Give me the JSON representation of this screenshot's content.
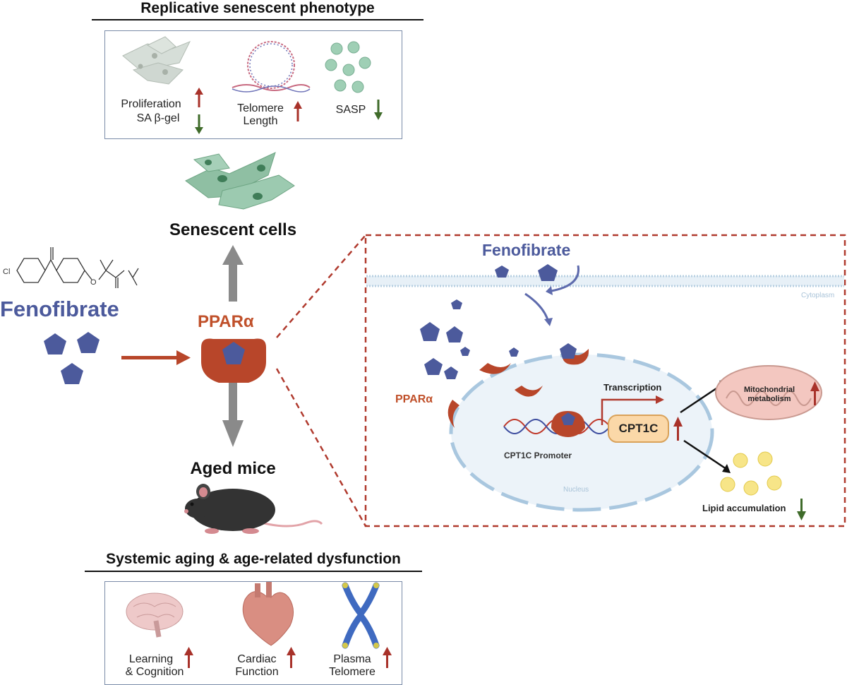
{
  "top": {
    "heading": "Replicative senescent phenotype",
    "items": [
      {
        "label": "Proliferation",
        "label2": "SA β-gel"
      },
      {
        "label": "Telomere",
        "label2": "Length"
      },
      {
        "label": "SASP"
      }
    ]
  },
  "center": {
    "senescent_cells": "Senescent cells",
    "ppar": "PPARα",
    "aged_mice": "Aged mice",
    "drug": "Fenofibrate",
    "chem_cl": "Cl",
    "chem_o": "O"
  },
  "bottom": {
    "heading": "Systemic aging & age-related dysfunction",
    "items": [
      {
        "label": "Learning",
        "label2": "& Cognition"
      },
      {
        "label": "Cardiac",
        "label2": "Function"
      },
      {
        "label": "Plasma",
        "label2": "Telomere"
      }
    ]
  },
  "mechanism": {
    "drug": "Fenofibrate",
    "cytoplasm": "Cytoplasm",
    "ppar": "PPARα",
    "transcription": "Transcription",
    "gene": "CPT1C",
    "promoter": "CPT1C Promoter",
    "nucleus": "Nucleus",
    "mito_label": "Mitochondrial",
    "mito_label2": "metabolism",
    "lipid": "Lipid accumulation"
  },
  "colors": {
    "up_arrow": "#a8322a",
    "down_arrow": "#3f6b2a",
    "drug": "#4c5a9c",
    "ppar": "#b8462a",
    "dashed_box": "#b03a2e"
  }
}
